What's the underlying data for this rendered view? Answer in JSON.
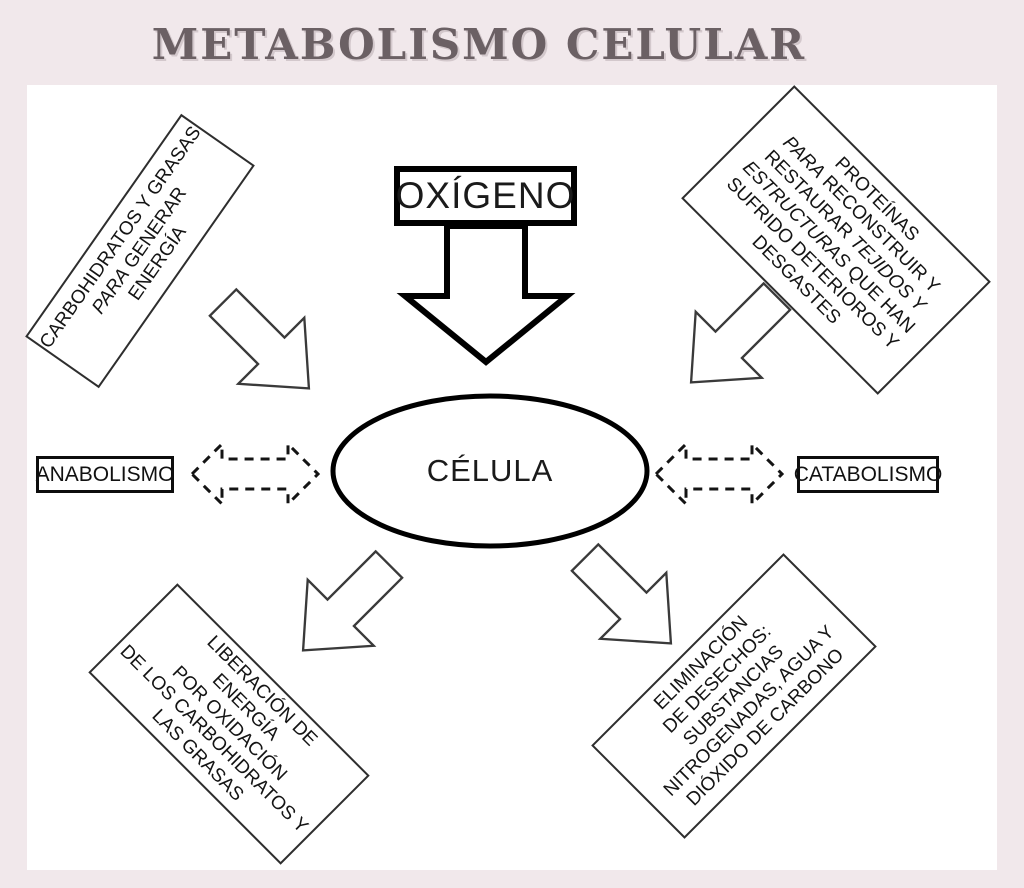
{
  "title": "METABOLISMO CELULAR",
  "colors": {
    "page_background": "#f1e8eb",
    "sheet_background": "#ffffff",
    "ink": "#141414",
    "title_color": "#6b6064"
  },
  "center": {
    "label": "CÉLULA"
  },
  "oxygen": {
    "label": "OXÍGENO"
  },
  "anabolism": {
    "label": "ANABOLISMO"
  },
  "catabolism": {
    "label": "CATABOLISMO"
  },
  "carbs_box": {
    "line1": "CARBOHIDRATOS Y GRASAS",
    "line2_italic": "PARA",
    "line2_rest": " GENERAR",
    "line3": "ENERGÍA"
  },
  "proteins_box": {
    "line1": "PROTEÍNAS",
    "line2_italic": "PARA",
    "line2_rest": " RECONSTRUIR Y",
    "line3_pre": "RESTAURAR ",
    "line3_italic": "TEJIDOS Y",
    "line4_italic": "ESTRUCTURAS",
    "line4_rest": " QUE HAN",
    "line5": "SUFRIDO DETERIOROS Y",
    "line6": "DESGASTES"
  },
  "energy_box": {
    "lines": [
      "LIBERACIÓN DE",
      "ENERGÍA",
      "POR OXIDACIÓN",
      "DE LOS CARBOHIDRATOS Y",
      "LAS GRASAS"
    ]
  },
  "waste_box": {
    "lines": [
      "ELIMINACIÓN",
      "DE DESECHOS:",
      "SUBSTANCIAS",
      "NITROGENADAS, AGUA Y",
      "DIÓXIDO DE CARBONO"
    ]
  }
}
